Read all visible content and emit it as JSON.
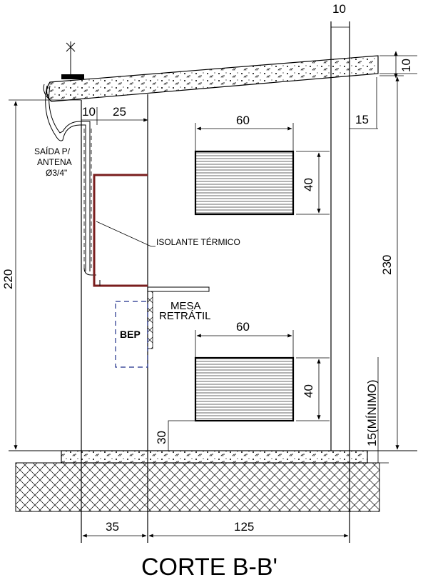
{
  "title": "CORTE B-B'",
  "labels": {
    "antenna_outlet_line1": "SAÍDA P/",
    "antenna_outlet_line2": "ANTENA",
    "antenna_outlet_line3": "Ø3/4\"",
    "thermal_insulation": "ISOLANTE TÉRMICO",
    "table_line1": "MESA",
    "table_line2": "RETRÁTIL",
    "bep": "BEP"
  },
  "dimensions": {
    "top_wall": "10",
    "roof_thickness": "10",
    "wall_offset": "10",
    "box_depth": "25",
    "vent_width_top": "60",
    "vent_height_top": "40",
    "vent_width_bottom": "60",
    "vent_height_bottom": "40",
    "roof_overhang": "15",
    "interior_height": "220",
    "wall_height": "230",
    "vent_floor_gap": "30",
    "floor_step": "15(MÍNIMO)",
    "left_width": "35",
    "right_width": "125"
  },
  "colors": {
    "line": "#000000",
    "insulation": "#7a1e1e",
    "bep_outline": "#1f2f8a"
  }
}
